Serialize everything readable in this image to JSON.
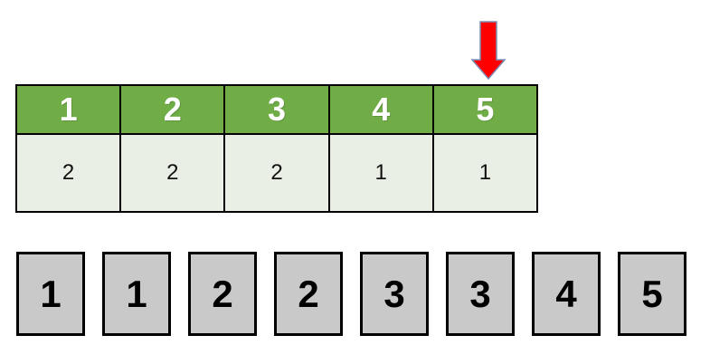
{
  "arrow": {
    "fill": "#ff0000",
    "stroke": "#7e8fb5",
    "points_to_column": "5"
  },
  "count_table": {
    "header_bg": "#70ad47",
    "header_text_color": "#ffffff",
    "body_bg": "#e9efe4",
    "border_color": "#000000",
    "headers": [
      "1",
      "2",
      "3",
      "4",
      "5"
    ],
    "counts": [
      "2",
      "2",
      "2",
      "1",
      "1"
    ]
  },
  "array": {
    "box_bg": "#c9c9c9",
    "box_border_color": "#000000",
    "values": [
      "1",
      "1",
      "2",
      "2",
      "3",
      "3",
      "4",
      "5"
    ]
  }
}
